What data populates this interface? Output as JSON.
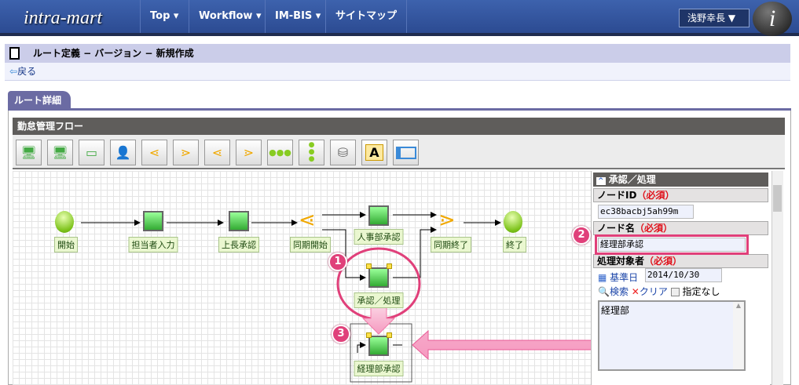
{
  "header": {
    "logo": "intra-mart",
    "nav": [
      {
        "label": "Top ▾"
      },
      {
        "label": "Workflow ▾"
      },
      {
        "label": "IM-BIS ▾"
      },
      {
        "label": "サイトマップ"
      }
    ],
    "user": "浅野幸長 ▼",
    "corner_logo": "i"
  },
  "page": {
    "title": "ルート定義 − バージョン − 新規作成",
    "back": "戻る"
  },
  "tab": "ルート詳細",
  "flow": {
    "title": "勤怠管理フロー",
    "toolbar": [
      "approval-node",
      "approval-node-alt",
      "system-node",
      "user-node",
      "branch-start",
      "branch-end",
      "cond-branch-start",
      "cond-branch-end",
      "linear-sequence",
      "parallel",
      "database",
      "annotation",
      "panel"
    ],
    "nodes": [
      {
        "label": "開始"
      },
      {
        "label": "担当者入力"
      },
      {
        "label": "上長承認"
      },
      {
        "label": "同期開始"
      },
      {
        "label": "人事部承認"
      },
      {
        "label": "同期終了"
      },
      {
        "label": "終了"
      },
      {
        "label": "承認／処理"
      },
      {
        "label": "経理部承認"
      }
    ]
  },
  "side": {
    "title": "承認／処理",
    "node_id_label": "ノードID",
    "required": "（必須）",
    "node_id": "ec38bacbj5ah99m",
    "node_name_label": "ノード名",
    "node_name": "経理部承認",
    "target_label": "処理対象者",
    "base_date_label": "基準日",
    "base_date": "2014/10/30",
    "search": "検索",
    "clear": "クリア",
    "none_label": "指定なし",
    "target_value": "経理部"
  },
  "annotations": [
    "1",
    "2",
    "3"
  ],
  "colors": {
    "accent": "#e0407a",
    "header": "#2c4b92"
  }
}
